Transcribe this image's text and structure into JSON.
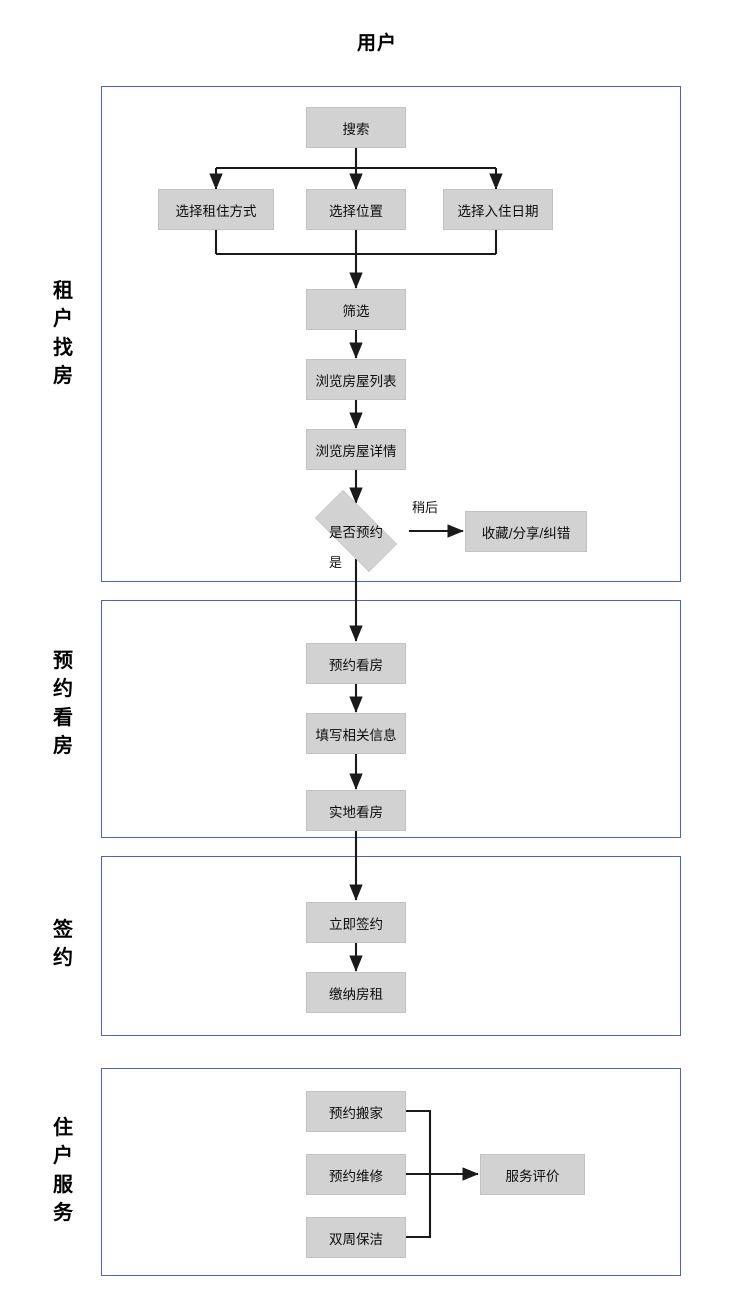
{
  "title": "用户",
  "theme": {
    "stage_border": "#4a63c8",
    "node_fill": "#d2d2d2",
    "node_border": "#c2c2c2",
    "connector": "#1a1a1a",
    "page_background": "#ffffff",
    "text": "#0d0d0d"
  },
  "stages": [
    {
      "label_chars": [
        "租",
        "户",
        "找",
        "房"
      ],
      "label": "租户找房"
    },
    {
      "label_chars": [
        "预",
        "约",
        "看",
        "房"
      ],
      "label": "预约看房"
    },
    {
      "label_chars": [
        "签",
        "约"
      ],
      "label": "签约"
    },
    {
      "label_chars": [
        "住",
        "户",
        "服",
        "务"
      ],
      "label": "住户服务"
    }
  ],
  "nodes": {
    "search": "搜索",
    "select_rent_mode": "选择租住方式",
    "select_location": "选择位置",
    "select_movein_date": "选择入住日期",
    "filter": "筛选",
    "browse_house_list": "浏览房屋列表",
    "browse_house_detail": "浏览房屋详情",
    "decision_reserve": "是否预约",
    "favorite_share_report": "收藏/分享/纠错",
    "book_viewing": "预约看房",
    "fill_info": "填写相关信息",
    "onsite_viewing": "实地看房",
    "sign_now": "立即签约",
    "pay_rent": "缴纳房租",
    "book_moving": "预约搬家",
    "book_repair": "预约维修",
    "biweekly_cleaning": "双周保洁",
    "service_review": "服务评价"
  },
  "edge_labels": {
    "later": "稍后",
    "yes": "是"
  }
}
